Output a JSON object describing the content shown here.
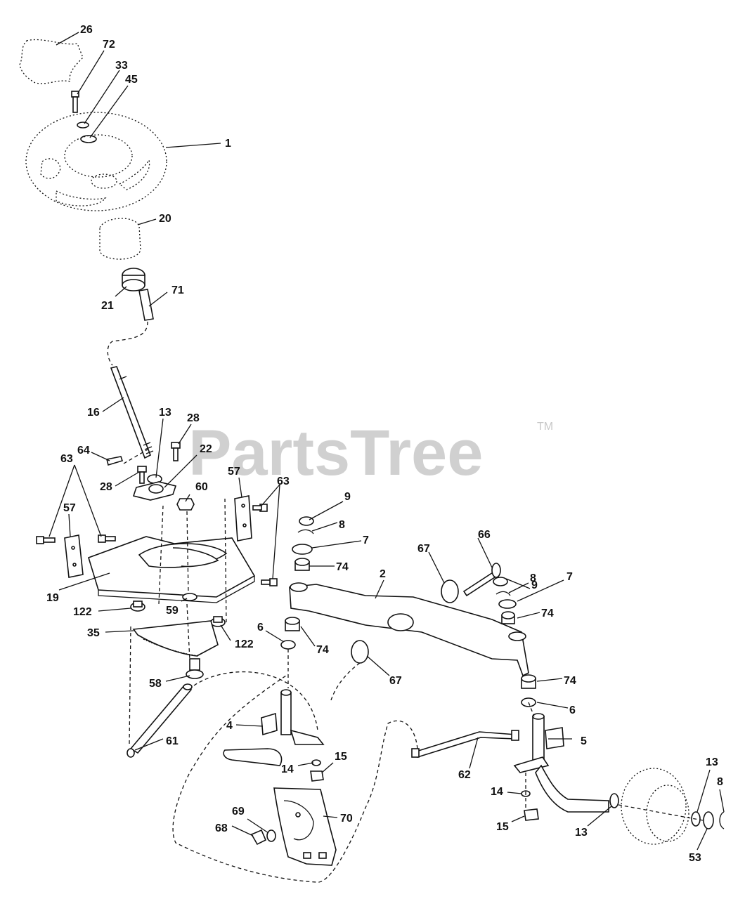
{
  "watermark": {
    "brand": "PartsTree",
    "trademark": "TM"
  },
  "callouts": [
    {
      "id": "c26",
      "text": "26"
    },
    {
      "id": "c72",
      "text": "72"
    },
    {
      "id": "c33",
      "text": "33"
    },
    {
      "id": "c45",
      "text": "45"
    },
    {
      "id": "c1",
      "text": "1"
    },
    {
      "id": "c20",
      "text": "20"
    },
    {
      "id": "c21",
      "text": "21"
    },
    {
      "id": "c71",
      "text": "71"
    },
    {
      "id": "c16",
      "text": "16"
    },
    {
      "id": "c13a",
      "text": "13"
    },
    {
      "id": "c28a",
      "text": "28"
    },
    {
      "id": "c64",
      "text": "64"
    },
    {
      "id": "c22",
      "text": "22"
    },
    {
      "id": "c63a",
      "text": "63"
    },
    {
      "id": "c28b",
      "text": "28"
    },
    {
      "id": "c57a",
      "text": "57"
    },
    {
      "id": "c63b",
      "text": "63"
    },
    {
      "id": "c60",
      "text": "60"
    },
    {
      "id": "c57b",
      "text": "57"
    },
    {
      "id": "c19",
      "text": "19"
    },
    {
      "id": "c59",
      "text": "59"
    },
    {
      "id": "c122a",
      "text": "122"
    },
    {
      "id": "c35",
      "text": "35"
    },
    {
      "id": "c122b",
      "text": "122"
    },
    {
      "id": "c58",
      "text": "58"
    },
    {
      "id": "c61",
      "text": "61"
    },
    {
      "id": "c9a",
      "text": "9"
    },
    {
      "id": "c8a",
      "text": "8"
    },
    {
      "id": "c7a",
      "text": "7"
    },
    {
      "id": "c74a",
      "text": "74"
    },
    {
      "id": "c2",
      "text": "2"
    },
    {
      "id": "c66",
      "text": "66"
    },
    {
      "id": "c67a",
      "text": "67"
    },
    {
      "id": "c9b",
      "text": "9"
    },
    {
      "id": "c8b",
      "text": "8"
    },
    {
      "id": "c7b",
      "text": "7"
    },
    {
      "id": "c74b",
      "text": "74"
    },
    {
      "id": "c6a",
      "text": "6"
    },
    {
      "id": "c74c",
      "text": "74"
    },
    {
      "id": "c67b",
      "text": "67"
    },
    {
      "id": "c74d",
      "text": "74"
    },
    {
      "id": "c6b",
      "text": "6"
    },
    {
      "id": "c4",
      "text": "4"
    },
    {
      "id": "c5",
      "text": "5"
    },
    {
      "id": "c14a",
      "text": "14"
    },
    {
      "id": "c15a",
      "text": "15"
    },
    {
      "id": "c62",
      "text": "62"
    },
    {
      "id": "c69",
      "text": "69"
    },
    {
      "id": "c70",
      "text": "70"
    },
    {
      "id": "c68",
      "text": "68"
    },
    {
      "id": "c14b",
      "text": "14"
    },
    {
      "id": "c15b",
      "text": "15"
    },
    {
      "id": "c13b",
      "text": "13"
    },
    {
      "id": "c13c",
      "text": "13"
    },
    {
      "id": "c8c",
      "text": "8"
    },
    {
      "id": "c53",
      "text": "53"
    }
  ]
}
